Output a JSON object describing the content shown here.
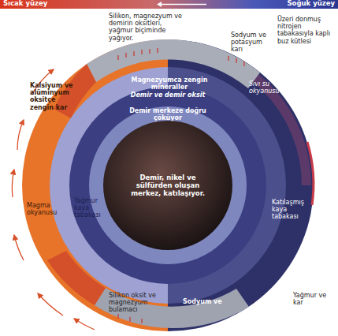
{
  "diagram": {
    "nodes": [
      {
        "text": [
          "Demir, nikel ve sülfürden oluşan merkez, katılaşıyor."
        ]
      }
    ],
    "labels": [
      "Sıcak yüzey",
      "Soğuk yüzey",
      "Silikon, magnezyum ve demirin oksitleri, yağmur biçiminde yağıyor.",
      "Sodyum ve potasyum karı",
      "Üzeri donmuş nitrojen tabakasıyla kaplı buz kütlesi",
      "Sıvı su okyanusu",
      "Kalsiyum ve alüminyum oksitçe zengin kar",
      "Magnezyumca zengin mineraller",
      "Demir ve demir oksit",
      "Demir merkeze doğru çöküyor",
      "Magma okyanusu",
      "Yağmur kaya tabakası",
      "Katılaşmış kaya tabakası",
      "Silikon oksit ve magnezyum bulamacı",
      "Sodyum ve",
      "Yağmur ve kar"
    ]
  }
}
